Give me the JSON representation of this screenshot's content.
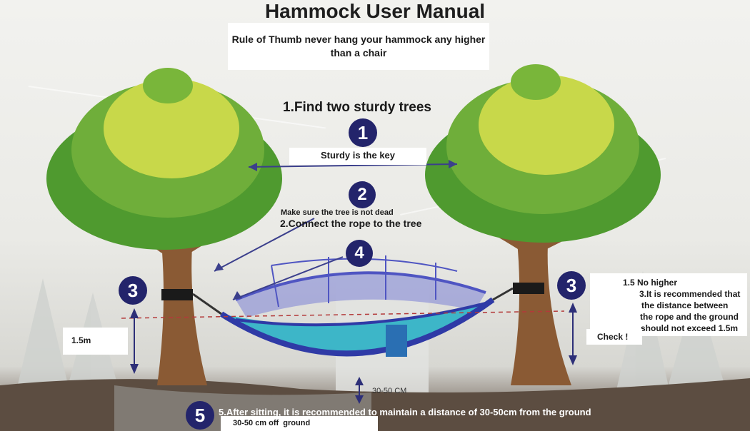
{
  "title": "Hammock User Manual",
  "rule_of_thumb": "Rule of Thumb never hang your hammock any higher than a chair",
  "steps": {
    "step1_heading": "1.Find two sturdy trees",
    "step1_number": "1",
    "sturdy_key": "Sturdy is the key",
    "step2_number": "2",
    "not_dead": "Make sure the tree is not dead",
    "step2_heading": "2.Connect the rope to the tree",
    "step4_number": "4",
    "step3_number_left": "3",
    "step3_number_right": "3",
    "step5_number": "5",
    "step5_text": "5.After sitting, it is recommended to maintain a distance of 30-50cm from the ground"
  },
  "annotations": {
    "height_left": "1.5m",
    "no_higher": "1.5 No higher",
    "step3_text": [
      "3.It is recommended that",
      "the distance between",
      "the rope and the ground",
      "should not exceed 1.5m"
    ],
    "check": "Check !",
    "ground_gap": "30-50 CM",
    "off_ground": "30-50 cm off  ground"
  },
  "colors": {
    "circle_navy": "#23246b",
    "arrow_navy": "#3b3f8c",
    "tree_green": "#6fae3a",
    "canopy_yellow": "#c8d84a",
    "trunk_brown": "#8a5a34",
    "hammock_teal": "#3db6c8",
    "net_blue": "#4f55c2"
  }
}
